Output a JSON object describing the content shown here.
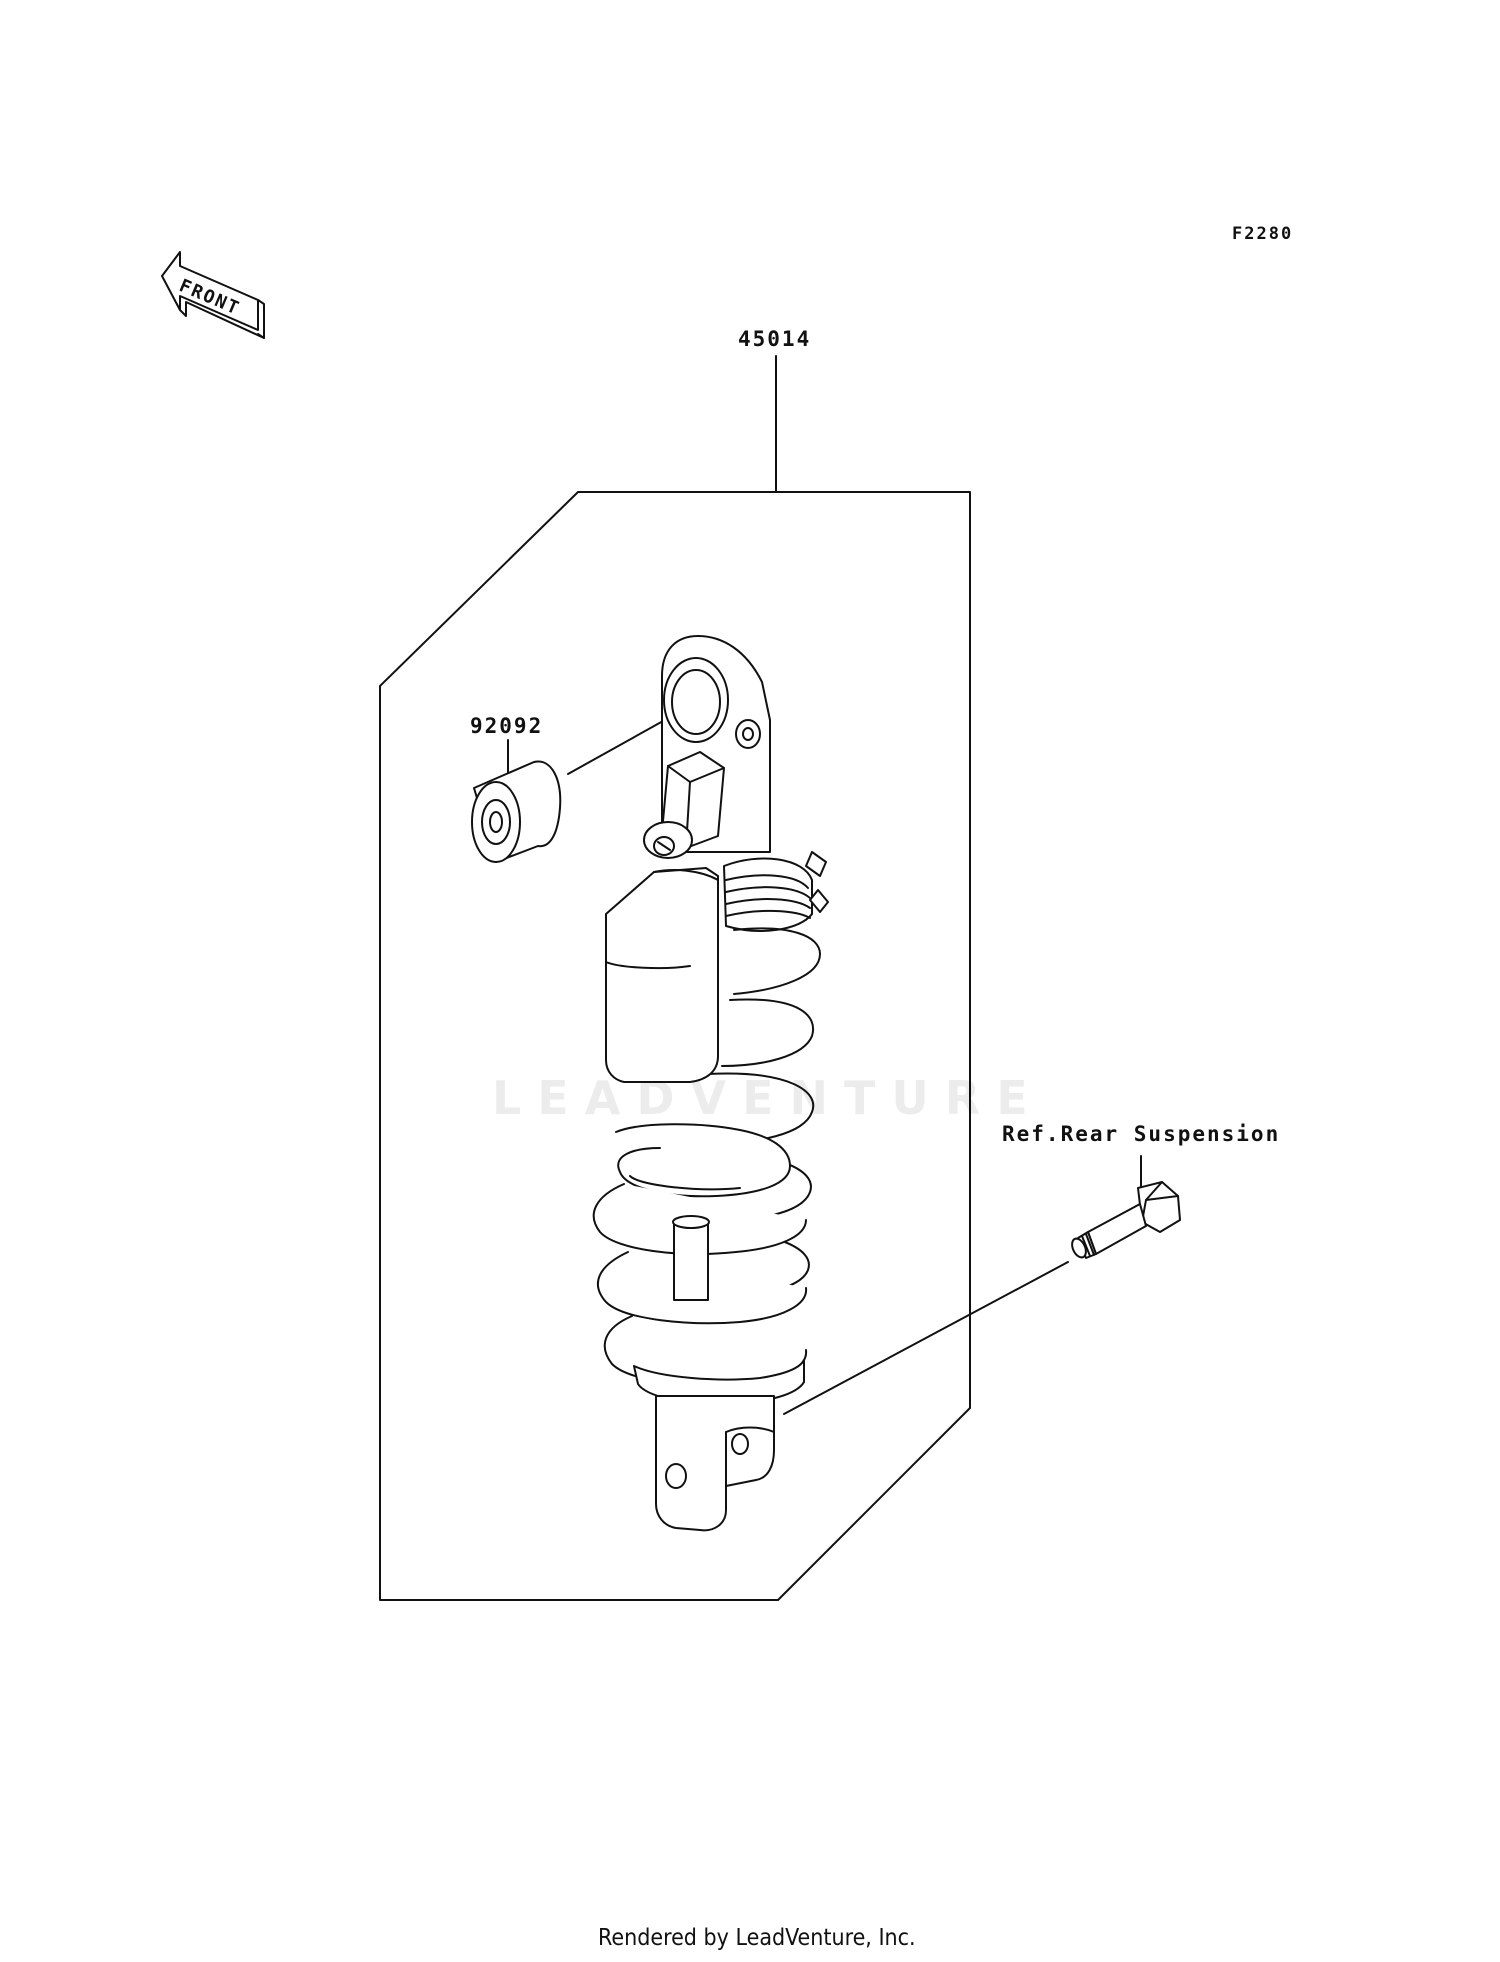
{
  "diagram_code": "F2280",
  "front_marker": {
    "label": "FRONT",
    "icon": "front-arrow-icon"
  },
  "parts": [
    {
      "number": "45014"
    },
    {
      "number": "92092"
    }
  ],
  "reference": {
    "label": "Ref.Rear Suspension"
  },
  "watermark": "LEADVENTURE",
  "footer": "Rendered by LeadVenture, Inc."
}
